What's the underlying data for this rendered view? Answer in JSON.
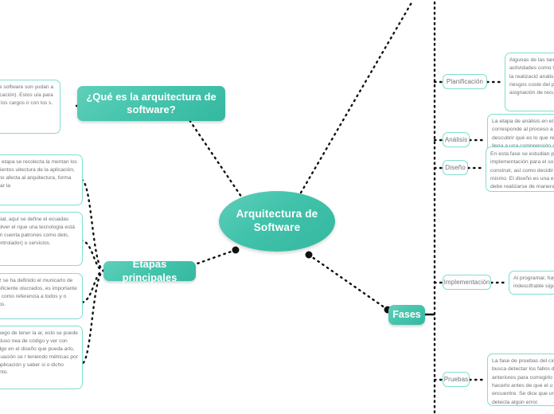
{
  "diagram": {
    "title": "Arquitectura de Software",
    "type": "mind-map",
    "accent_color": "#41c2aa",
    "node_border_color": "#7fded0",
    "note_text_color": "#6f7276",
    "connector_color": "#111111",
    "background": "#ffffff"
  },
  "center": {
    "label": "Arquitectura de Software"
  },
  "branches": {
    "definicion": {
      "label": "¿Qué es la arquitectura de software?"
    },
    "etapas": {
      "label": "Etapas principales"
    },
    "fases": {
      "label": "Fases"
    }
  },
  "definicion_notes": [
    {
      "id": "note-definicion",
      "text": "tura de software son yudan a la aplicación). Estos uía para los os los cargos ir con los s."
    }
  ],
  "etapas_notes": [
    {
      "id": "note-etapa-requerimientos",
      "text": ": En esta etapa se recolecta la mentan los requerimientos uitectura de la aplicación, por enú no afecta al arquitectura, forma de guardar la"
    },
    {
      "id": "note-etapa-diseno",
      "text": "más crucial, aquí se define el ecuadas para resolver el rque una tecnología está de nen en cuenta patrones como delo, Vista, Controlador) o servicios."
    },
    {
      "id": "note-etapa-comunicacion",
      "text": ": Una vez se ha definido el municarlo de manera eficiente olucrados, es importante crear rva como referencia a todos y o para todos."
    },
    {
      "id": "note-etapa-evaluacion",
      "text": "ortante luego de tener la ar, esto se puede hacer incluso nea de código y ver con todos r algo en el diseño que pueda arlo, esta evaluación se r teniendo métricas por to de la aplicación y saber si o dicho rendimiento."
    }
  ],
  "fases": [
    {
      "chip": "Planificación",
      "note": "Algunas de las tareas actividades como la d proyecto, la realizació análisis de los riesgos coste del proyecto, su asignación de recurs proyecto."
    },
    {
      "chip": "Análisis",
      "note": "La etapa de análisis en el corresponde al proceso a descubrir qué es lo que re llega a una comprensión a requerimientos del sistem sistema debe poseer)."
    },
    {
      "chip": "Diseño",
      "note": "En esta fase se estudian po implementación para el so construir, así como decidir mismo. El diseño es una et debe realizarse de manera"
    },
    {
      "chip": "Implementación",
      "note": "Al programar, hay indescifrable sigu siguientes:"
    },
    {
      "chip": "Pruebas",
      "note": "La fase de pruebas del cic busca detectar los fallos d anteriores para corregirlo hacerlo antes de que el u encuentre. Se dice que un detecta algún error."
    }
  ]
}
